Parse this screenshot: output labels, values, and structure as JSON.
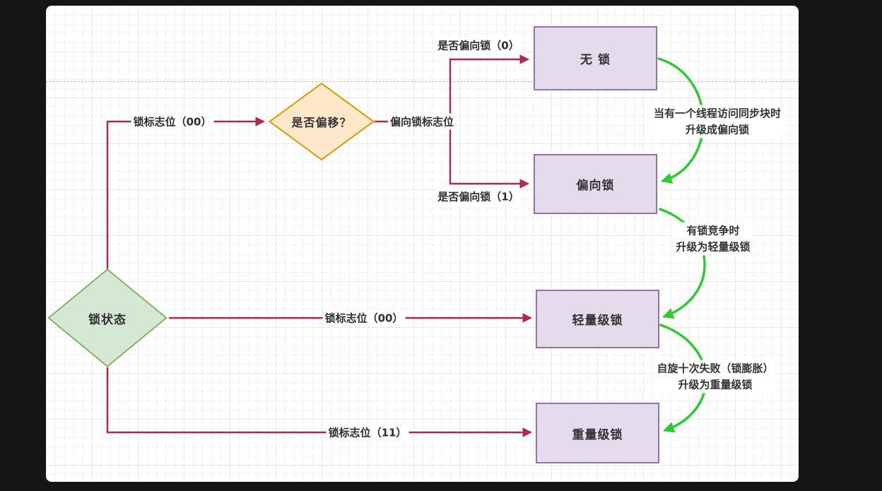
{
  "diagram": {
    "nodes": {
      "lock_state": {
        "label": "锁状态"
      },
      "is_biased": {
        "label": "是否偏移？"
      },
      "no_lock": {
        "label": "无 锁"
      },
      "biased_lock": {
        "label": "偏向锁"
      },
      "lightweight_lock": {
        "label": "轻量级锁"
      },
      "heavyweight_lock": {
        "label": "重量级锁"
      }
    },
    "edge_labels": {
      "flag00_to_biased_check": "锁标志位（00）",
      "biased_flag": "偏向锁标志位",
      "is_biased_0": "是否偏向锁（0）",
      "is_biased_1": "是否偏向锁（1）",
      "flag00_to_lightweight": "锁标志位（00）",
      "flag11_to_heavyweight": "锁标志位（11）"
    },
    "upgrade_labels": {
      "no_to_biased": {
        "line1": "当有一个线程访问同步块时",
        "line2": "升级成偏向锁"
      },
      "biased_to_lightweight": {
        "line1": "有锁竞争时",
        "line2": "升级为轻量级锁"
      },
      "lightweight_to_heavyweight": {
        "line1": "自旋十次失败（锁膨胀）",
        "line2": "升级为重量级锁"
      }
    },
    "colors": {
      "edge_red": "#b02a48",
      "edge_green": "#2eca33",
      "rect_fill": "#e4dcec",
      "rect_border": "#9673a6",
      "diamond_green_fill": "#d5e8d4",
      "diamond_green_border": "#82b366",
      "diamond_orange_fill": "#ffe8c9",
      "diamond_orange_border": "#d79b00"
    }
  }
}
